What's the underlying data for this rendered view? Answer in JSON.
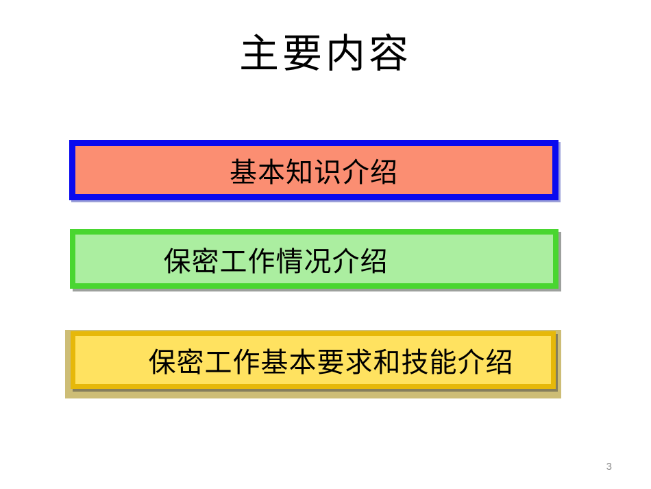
{
  "slide": {
    "title": "主要内容",
    "page_number": "3",
    "items": [
      {
        "label": "基本知识介绍",
        "fill": "#FB8E72",
        "border": "#0A0AEF",
        "shadow": "#9B9FD8"
      },
      {
        "label": "保密工作情况介绍",
        "fill": "#ABEEA0",
        "border": "#49D630",
        "shadow": "#9DA09D"
      },
      {
        "label": "保密工作基本要求和技能介绍",
        "fill": "#FFE260",
        "border": "#E6B80A",
        "shadow": "#CDBD76"
      }
    ]
  }
}
